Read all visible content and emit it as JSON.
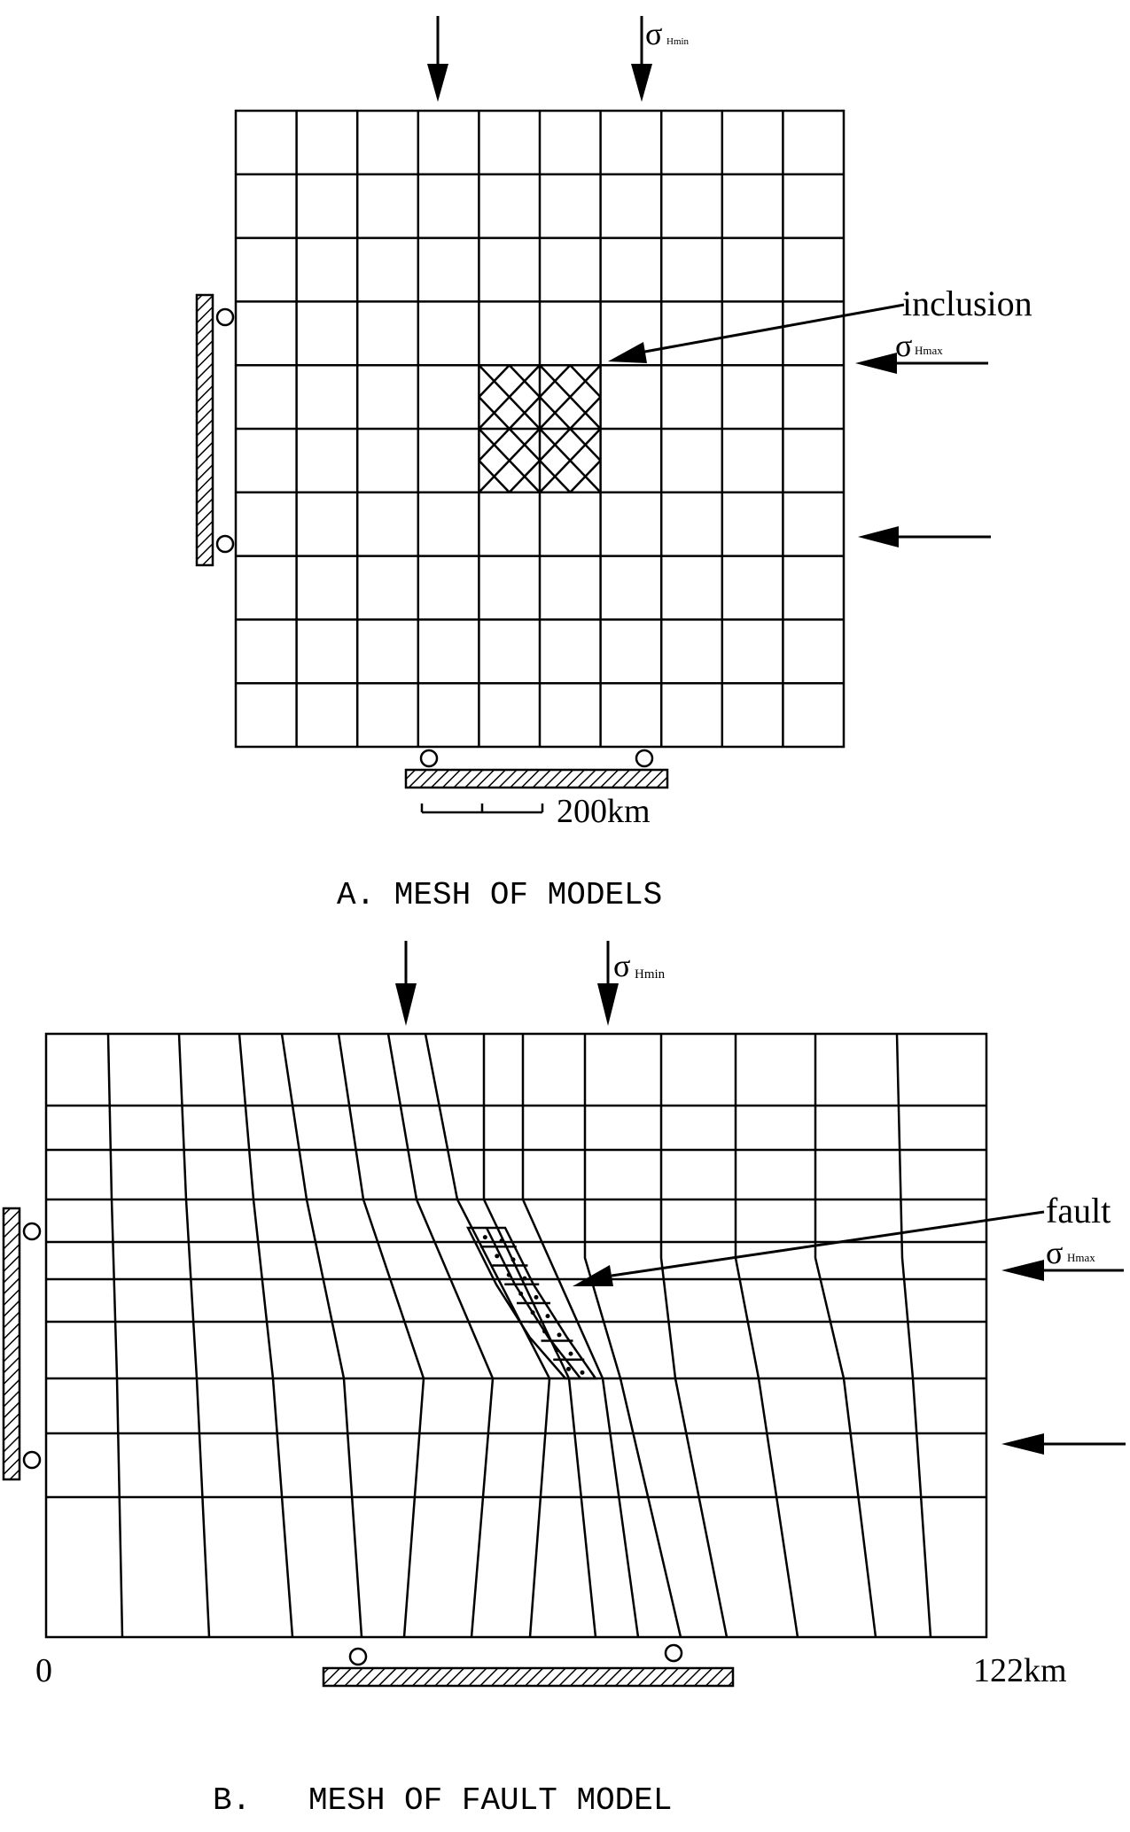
{
  "panel_a": {
    "labels": {
      "sigma_top": "σ",
      "sigma_top_sub": "Hmin",
      "inclusion": "inclusion",
      "sigma_right": "σ",
      "sigma_right_sub": "Hmax",
      "scale": "200km",
      "caption": "A. MESH OF MODELS"
    }
  },
  "panel_b": {
    "labels": {
      "sigma_top": "σ",
      "sigma_top_sub": "Hmin",
      "fault": "fault",
      "sigma_right": "σ",
      "sigma_right_sub": "Hmax",
      "axis_start": "0",
      "axis_end": "122km",
      "caption": "B.   MESH OF FAULT MODEL"
    }
  }
}
